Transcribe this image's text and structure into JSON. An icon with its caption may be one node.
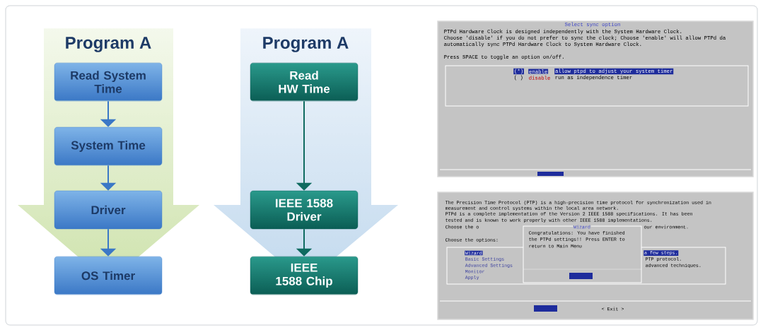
{
  "diagram": {
    "nodes": [
      {
        "text": [
          "Program A"
        ]
      },
      {
        "text": [
          "Read System Time"
        ]
      },
      {
        "text": [
          "System Time"
        ]
      },
      {
        "text": [
          "Driver"
        ]
      },
      {
        "text": [
          "OS Timer"
        ]
      },
      {
        "text": [
          "Program A"
        ]
      },
      {
        "text": [
          "Read HW Time"
        ]
      },
      {
        "text": [
          "IEEE 1588 Driver"
        ]
      },
      {
        "text": [
          "IEEE 1588 Chip"
        ]
      }
    ],
    "edges": [
      {
        "from": 1,
        "to": 2,
        "arrow": "to"
      },
      {
        "from": 2,
        "to": 3,
        "arrow": "to"
      },
      {
        "from": 3,
        "to": 4,
        "arrow": "to"
      },
      {
        "from": 6,
        "to": 7,
        "arrow": "to",
        "color": "#0f6b60"
      },
      {
        "from": 7,
        "to": 8,
        "arrow": "to",
        "color": "#0f6b60"
      }
    ],
    "labels": [
      "Select sync option",
      "PTPd Hardware Clock is designed independently with the System Hardware Clock.",
      "Choose 'disable' if you do not prefer to sync the clock; Choose 'enable' will allow PTPd da",
      "automatically sync PTPd Hardware Clock to System Hardware Clock.",
      "Press SPACE to toggle an option on/off.",
      "(*)",
      "enable",
      "allow ptpd to adjust your system timer",
      "( )",
      "disable",
      "run as independence timer",
      "The Precision Time Protocol (PTP) is a high-precision time protocol for synchronization used in",
      "measurement and control systems within the local area network.",
      "PTPd is a complete implementation of the Version 2 IEEE 1588 specifications. It has been",
      "tested and is known to work properly with other IEEE 1588 implementations.",
      "Choose the o",
      "our environment.",
      "Choose the options:",
      "Wizard",
      "Basic Settings",
      "Advanced Settings",
      "Monitor",
      "Apply",
      "a few steps.",
      "PTP protocol.",
      "advanced techniques.",
      "Wizard",
      "Congratulations: You have finished",
      "the PTPd settings!!  Press ENTER to",
      "return to Main Menu",
      "< Exit >"
    ]
  }
}
